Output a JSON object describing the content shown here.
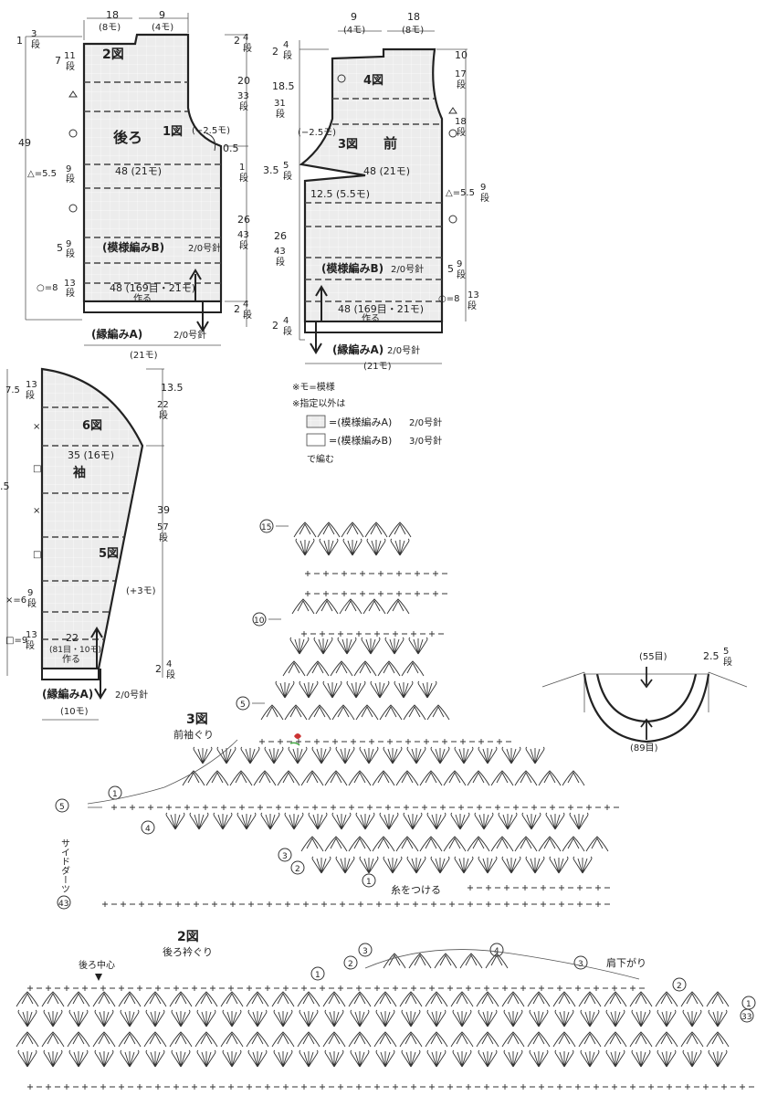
{
  "back": {
    "label_fig": "2図",
    "label_name": "後ろ",
    "label_fig1": "1図",
    "top_w": "18",
    "top_w_m": "(8モ)",
    "top_w2": "9",
    "top_w2_m": "(4モ)",
    "r1": "1",
    "r1_s": "3",
    "r1_d": "段",
    "r7": "7",
    "r7_s": "11",
    "r7_d": "段",
    "total_h": "49",
    "l_tri": "△=5.5",
    "l_tri_s": "9",
    "l_tri_d": "段",
    "l_5": "5",
    "l_5_s": "9",
    "l_5_d": "段",
    "l_circle": "○=8",
    "l_circle_s": "13",
    "l_circle_d": "段",
    "width_line": "48 (21モ)",
    "pattern": "(模様編みB)",
    "pattern_n": "2/0号針",
    "cast": "48 (169目・21モ)",
    "cast2": "作る",
    "edge": "(縁編みA)",
    "edge_n": "2/0号針",
    "bottom_m": "(21モ)",
    "dec": "(−2.5モ)",
    "half": "0.5",
    "rv_2": "2",
    "rv_4s": "4",
    "rv_20": "20",
    "rv_33": "33",
    "rv_1": "1",
    "rv_26": "26",
    "rv_43": "43",
    "rv_2b": "2",
    "rv_4b": "4",
    "dan": "段"
  },
  "front": {
    "label_fig": "4図",
    "label_fig3": "3図",
    "label_name": "前",
    "top_w": "9",
    "top_w_m": "(4モ)",
    "top_w2": "18",
    "top_w2_m": "(8モ)",
    "dec": "(−2.5モ)",
    "width_line": "48 (21モ)",
    "sub": "12.5 (5.5モ)",
    "pattern": "(模様編みB)",
    "pattern_n": "2/0号針",
    "cast": "48 (169目・21モ)",
    "cast2": "作る",
    "edge": "(縁編みA)",
    "edge_n": "2/0号針",
    "bottom_m": "(21モ)",
    "l_2": "2",
    "l_4": "4",
    "l_185": "18.5",
    "l_31": "31",
    "l_35": "3.5",
    "l_5": "5",
    "l_26": "26",
    "l_43": "43",
    "l_2b": "2",
    "l_4b": "4",
    "r_10": "10",
    "r_17": "17",
    "r_18": "18",
    "r_tri": "△=5.5",
    "r_9": "9",
    "r_5": "5",
    "r_9b": "9",
    "r_8": "○=8",
    "r_13": "13",
    "dan": "段"
  },
  "sleeve": {
    "label_fig6": "6図",
    "label_name": "袖",
    "label_fig5": "5図",
    "l_75": "7.5",
    "l_13": "13",
    "width": "35 (16モ)",
    "cut": ".5",
    "l_x": "×=6",
    "l_9": "9",
    "l_sq": "□=9",
    "l_13b": "13",
    "w22": "22",
    "cast": "(81目・10モ)",
    "cast2": "作る",
    "inc": "(+3モ)",
    "edge": "(縁編みA)",
    "edge_n": "2/0号針",
    "bottom_m": "(10モ)",
    "r_135": "13.5",
    "r_22": "22",
    "r_39": "39",
    "r_57": "57",
    "r_2": "2",
    "r_4": "4",
    "dan": "段"
  },
  "legend": {
    "note1": "※モ=模様",
    "note2": "※指定以外は",
    "a_label": "=(模様編みA)",
    "a_needle": "2/0号針",
    "b_label": "=(模様編みB)",
    "b_needle": "3/0号針",
    "note3": "で編む"
  },
  "neck": {
    "top": "(55目)",
    "side": "2.5",
    "side_s": "5",
    "side_d": "段",
    "bottom": "(89目)"
  },
  "chart3": {
    "title": "3図",
    "subtitle": "前袖ぐり",
    "n15": "15",
    "n10": "10",
    "n5": "5",
    "n1": "1",
    "n5b": "5",
    "n4": "4",
    "n3": "3",
    "n2": "2",
    "n1b": "1",
    "n43": "43",
    "side": "サイドダーツ",
    "attach": "糸をつける"
  },
  "chart2": {
    "title": "2図",
    "subtitle": "後ろ衿ぐり",
    "center": "後ろ中心",
    "shoulder": "肩下がり",
    "n3": "3",
    "n4": "4",
    "n1": "1",
    "n2": "2",
    "n3b": "3",
    "n2b": "2",
    "n1b": "1",
    "n33": "33"
  }
}
